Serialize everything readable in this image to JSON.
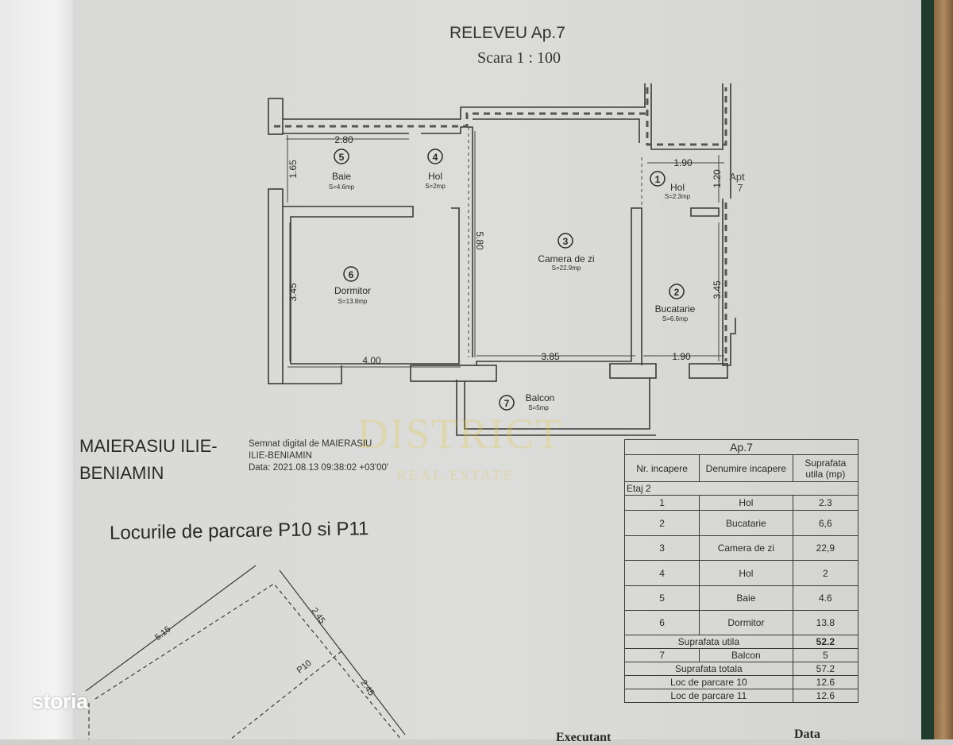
{
  "header": {
    "title": "RELEVEU Ap.7",
    "scale": "Scara 1 : 100"
  },
  "plan": {
    "rooms": [
      {
        "num": "1",
        "name": "Hol",
        "area": "S=2.3mp"
      },
      {
        "num": "2",
        "name": "Bucatarie",
        "area": "S=6.6mp"
      },
      {
        "num": "3",
        "name": "Camera de zi",
        "area": "S=22.9mp"
      },
      {
        "num": "4",
        "name": "Hol",
        "area": "S=2mp"
      },
      {
        "num": "5",
        "name": "Baie",
        "area": "S=4.6mp"
      },
      {
        "num": "6",
        "name": "Dormitor",
        "area": "S=13.8mp"
      },
      {
        "num": "7",
        "name": "Balcon",
        "area": "S=5mp"
      }
    ],
    "dims": {
      "d280": "2.80",
      "d165": "1.65",
      "d345a": "3.45",
      "d400": "4.00",
      "d580": "5.80",
      "d385": "3.85",
      "d190a": "1.90",
      "d120": "1.20",
      "d345b": "3.45",
      "d190b": "1.90"
    },
    "apt_label_1": "Apt",
    "apt_label_2": "7"
  },
  "signature": {
    "name_line1": "MAIERASIU ILIE-",
    "name_line2": "BENIAMIN",
    "line1": "Semnat digital de MAIERASIU",
    "line2": "ILIE-BENIAMIN",
    "line3": "Data: 2021.08.13 09:38:02 +03'00'"
  },
  "parking": {
    "title": "Locurile de parcare P10 si P11",
    "d515": "5.15",
    "d245a": "2.45",
    "d245b": "2.45",
    "label": "P10"
  },
  "table": {
    "title": "Ap.7",
    "headers": [
      "Nr. incapere",
      "Denumire incapere",
      "Suprafata utila (mp)"
    ],
    "floor": "Etaj 2",
    "rows": [
      [
        "1",
        "Hol",
        "2.3"
      ],
      [
        "2",
        "Bucatarie",
        "6,6"
      ],
      [
        "3",
        "Camera de zi",
        "22,9"
      ],
      [
        "4",
        "Hol",
        "2"
      ],
      [
        "5",
        "Baie",
        "4.6"
      ],
      [
        "6",
        "Dormitor",
        "13.8"
      ]
    ],
    "useful_label": "Suprafata utila",
    "useful_value": "52.2",
    "balcony": [
      "7",
      "Balcon",
      "5"
    ],
    "total_label": "Suprafata totala",
    "total_value": "57.2",
    "parking10_label": "Loc de parcare  10",
    "parking10_value": "12.6",
    "parking11_label": "Loc de parcare  11",
    "parking11_value": "12.6"
  },
  "footer": {
    "executant": "Executant",
    "data": "Data"
  },
  "watermark": {
    "text": "DISTRICT",
    "sub": "REAL ESTATE"
  },
  "brand": {
    "logo": "storia"
  }
}
